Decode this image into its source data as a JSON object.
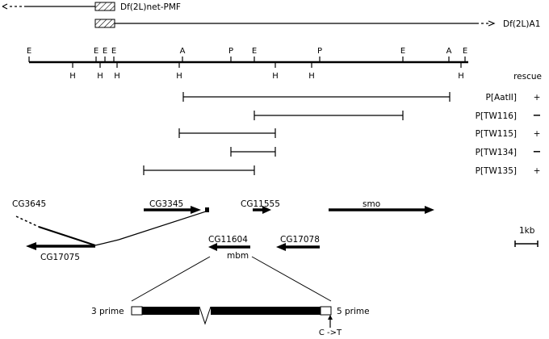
{
  "deficiencies": [
    {
      "label": "Df(2L)net-PMF"
    },
    {
      "label": "Df(2L)A1"
    }
  ],
  "restriction_map": {
    "top_sites": [
      {
        "label": "E"
      },
      {
        "label": "E"
      },
      {
        "label": "E"
      },
      {
        "label": "E"
      },
      {
        "label": "A"
      },
      {
        "label": "P"
      },
      {
        "label": "E"
      },
      {
        "label": "P"
      },
      {
        "label": "E"
      },
      {
        "label": "A"
      },
      {
        "label": "E"
      }
    ],
    "bottom_sites": [
      {
        "label": "H"
      },
      {
        "label": "H"
      },
      {
        "label": "H"
      },
      {
        "label": "H"
      },
      {
        "label": "H"
      },
      {
        "label": "H"
      },
      {
        "label": "H"
      }
    ]
  },
  "rescue": {
    "header": "rescue",
    "constructs": [
      {
        "name": "P[AatII]",
        "result": "+"
      },
      {
        "name": "P[TW116]",
        "result": "−"
      },
      {
        "name": "P[TW115]",
        "result": "+"
      },
      {
        "name": "P[TW134]",
        "result": "−"
      },
      {
        "name": "P[TW135]",
        "result": "+"
      }
    ]
  },
  "genes": {
    "cg3645": "CG3645",
    "cg3345": "CG3345",
    "cg11555": "CG11555",
    "smo": "smo",
    "cg17075": "CG17075",
    "cg11604": "CG11604",
    "mbm": "mbm",
    "cg17078": "CG17078"
  },
  "scale_bar": {
    "label": "1kb"
  },
  "transcript": {
    "left_label": "3 prime",
    "right_label": "5 prime",
    "mutation": "C ->T"
  }
}
